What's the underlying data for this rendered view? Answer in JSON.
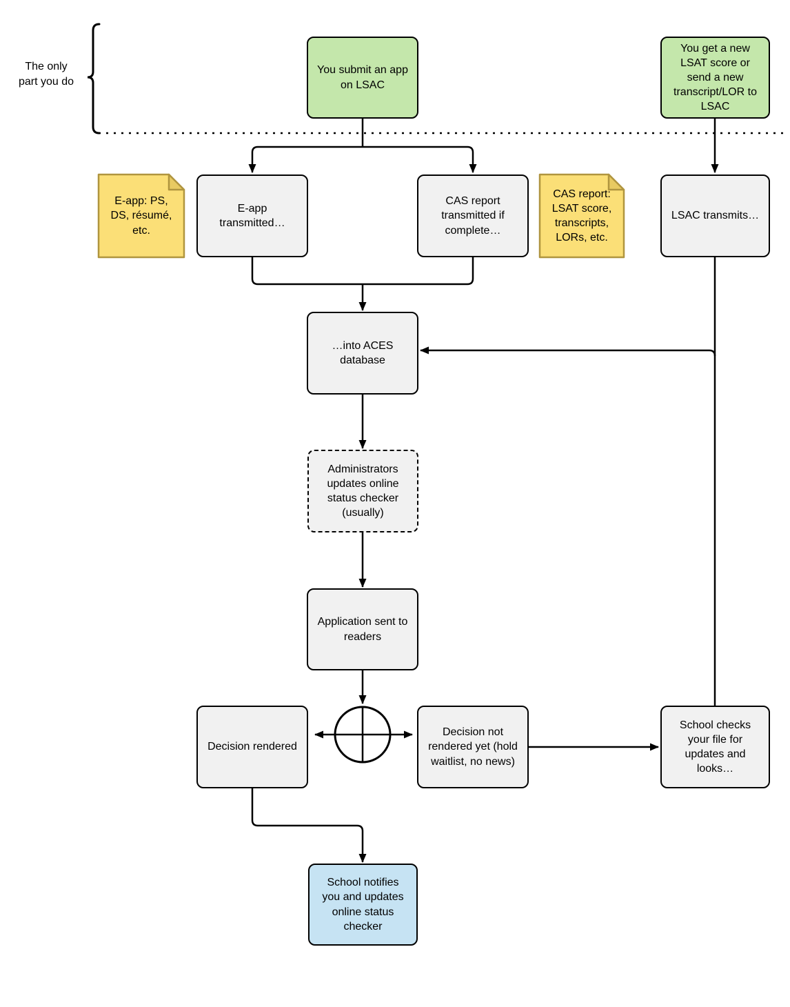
{
  "palette": {
    "green_fill": "#c4e7ab",
    "gray_fill": "#f1f1f1",
    "blue_fill": "#c6e3f3",
    "yellow_fill": "#fbdf77",
    "yellow_fold": "#e8ca62",
    "yellow_border": "#b0953f",
    "line_color": "#000000"
  },
  "annotation": {
    "label": "The only\npart you do"
  },
  "nodes": {
    "submit_app": {
      "label": "You submit an app\non LSAC"
    },
    "new_score": {
      "label": "You get a new\nLSAT score or\nsend a new\ntranscript/LOR to\nLSAC"
    },
    "note_eapp": {
      "label": "E-app: PS,\nDS, résumé,\netc."
    },
    "eapp_transmitted": {
      "label": "E-app\ntransmitted…"
    },
    "cas_transmitted": {
      "label": "CAS report\ntransmitted if\ncomplete…"
    },
    "note_cas": {
      "label": "CAS report:\nLSAT score,\ntranscripts,\nLORs, etc."
    },
    "lsac_transmits": {
      "label": "LSAC transmits…"
    },
    "aces_database": {
      "label": "…into ACES\ndatabase"
    },
    "admin_updates": {
      "label": "Administrators\nupdates online\nstatus checker\n(usually)"
    },
    "application_sent": {
      "label": "Application sent to\nreaders"
    },
    "decision_rendered": {
      "label": "Decision rendered"
    },
    "decision_not_rendered": {
      "label": "Decision not\nrendered yet (hold\nwaitlist, no news)"
    },
    "school_checks": {
      "label": "School checks\nyour file for\nupdates and\nlooks…"
    },
    "school_notifies": {
      "label": "School notifies\nyou and updates\nonline status\nchecker"
    }
  }
}
